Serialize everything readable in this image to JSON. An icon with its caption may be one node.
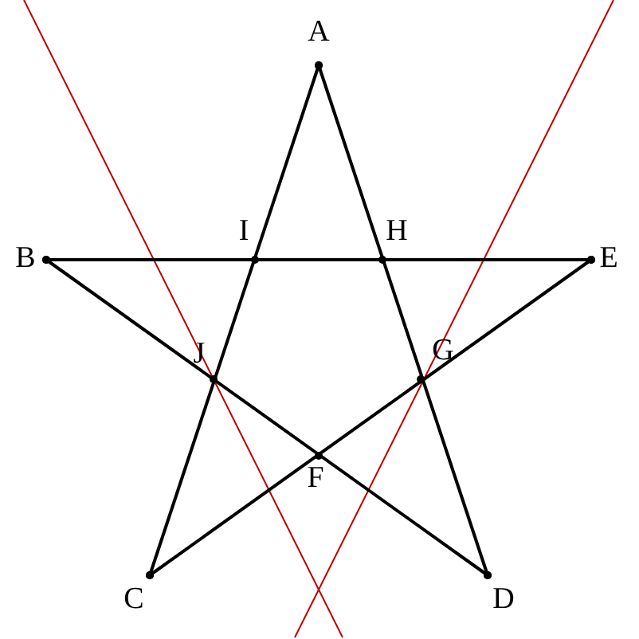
{
  "diagram": {
    "nodes": [
      {
        "text": [
          "A"
        ]
      },
      {
        "text": [
          "B"
        ]
      },
      {
        "text": [
          "E"
        ]
      },
      {
        "text": [
          "I"
        ]
      },
      {
        "text": [
          "H"
        ]
      },
      {
        "text": [
          "J"
        ]
      },
      {
        "text": [
          "G"
        ]
      },
      {
        "text": [
          "F"
        ]
      },
      {
        "text": [
          "C"
        ]
      },
      {
        "text": [
          "D"
        ]
      }
    ],
    "edges": [
      {
        "from": 0,
        "to": 8,
        "arrow": "other"
      },
      {
        "from": 0,
        "to": 9,
        "arrow": "other"
      },
      {
        "from": 1,
        "to": 2,
        "arrow": "other"
      },
      {
        "from": 1,
        "to": 9,
        "arrow": "other"
      },
      {
        "from": 2,
        "to": 8,
        "arrow": "other"
      }
    ]
  }
}
